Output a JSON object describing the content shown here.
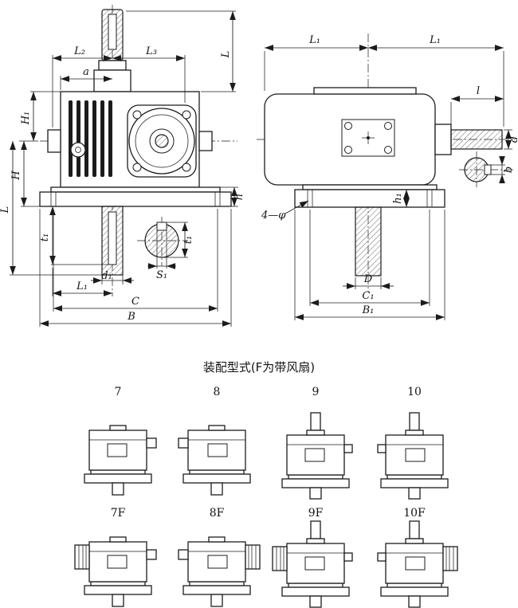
{
  "caption": "装配型式(F为带风扇)",
  "left_view": {
    "L2": "L₂",
    "L3": "L₃",
    "a": "a",
    "L_right": "L",
    "H1": "H₁",
    "H": "H",
    "L_left": "L",
    "t1_left": "t₁",
    "d1": "d₁",
    "t1_right": "t₁",
    "S1": "S₁",
    "L1": "L₁",
    "C": "C",
    "B": "B",
    "h": "h"
  },
  "right_view": {
    "L1_left": "L₁",
    "L1_right": "L₁",
    "l": "l",
    "d": "d",
    "b": "b",
    "bolt_holes": "4—φ",
    "h1": "h₁",
    "D": "D",
    "C1": "C₁",
    "B1": "B₁"
  },
  "variants": [
    {
      "label": "7"
    },
    {
      "label": "8"
    },
    {
      "label": "9"
    },
    {
      "label": "10"
    },
    {
      "label": "7F"
    },
    {
      "label": "8F"
    },
    {
      "label": "9F"
    },
    {
      "label": "10F"
    }
  ]
}
